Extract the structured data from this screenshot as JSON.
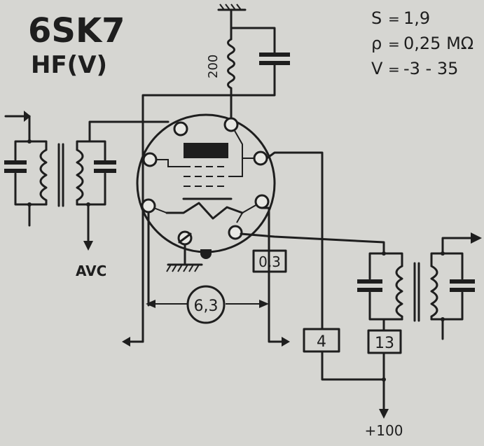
{
  "tube": {
    "type": "6SK7",
    "function": "HF(V)"
  },
  "specs": [
    {
      "label": "S",
      "sep": "=",
      "value": "1,9"
    },
    {
      "label": "ρ",
      "sep": "=",
      "value": "0,25 MΩ"
    },
    {
      "label": "V",
      "sep": "=",
      "value": "-3 - 35"
    }
  ],
  "labels": {
    "anode_resistor": "200",
    "avc": "AVC",
    "heater_voltage": "6,3",
    "heater_current": "0,3",
    "screen_current": "4",
    "anode_current": "13",
    "supply": "+100"
  },
  "colors": {
    "ink": "#1e1e1e",
    "paper": "#d6d6d2"
  }
}
